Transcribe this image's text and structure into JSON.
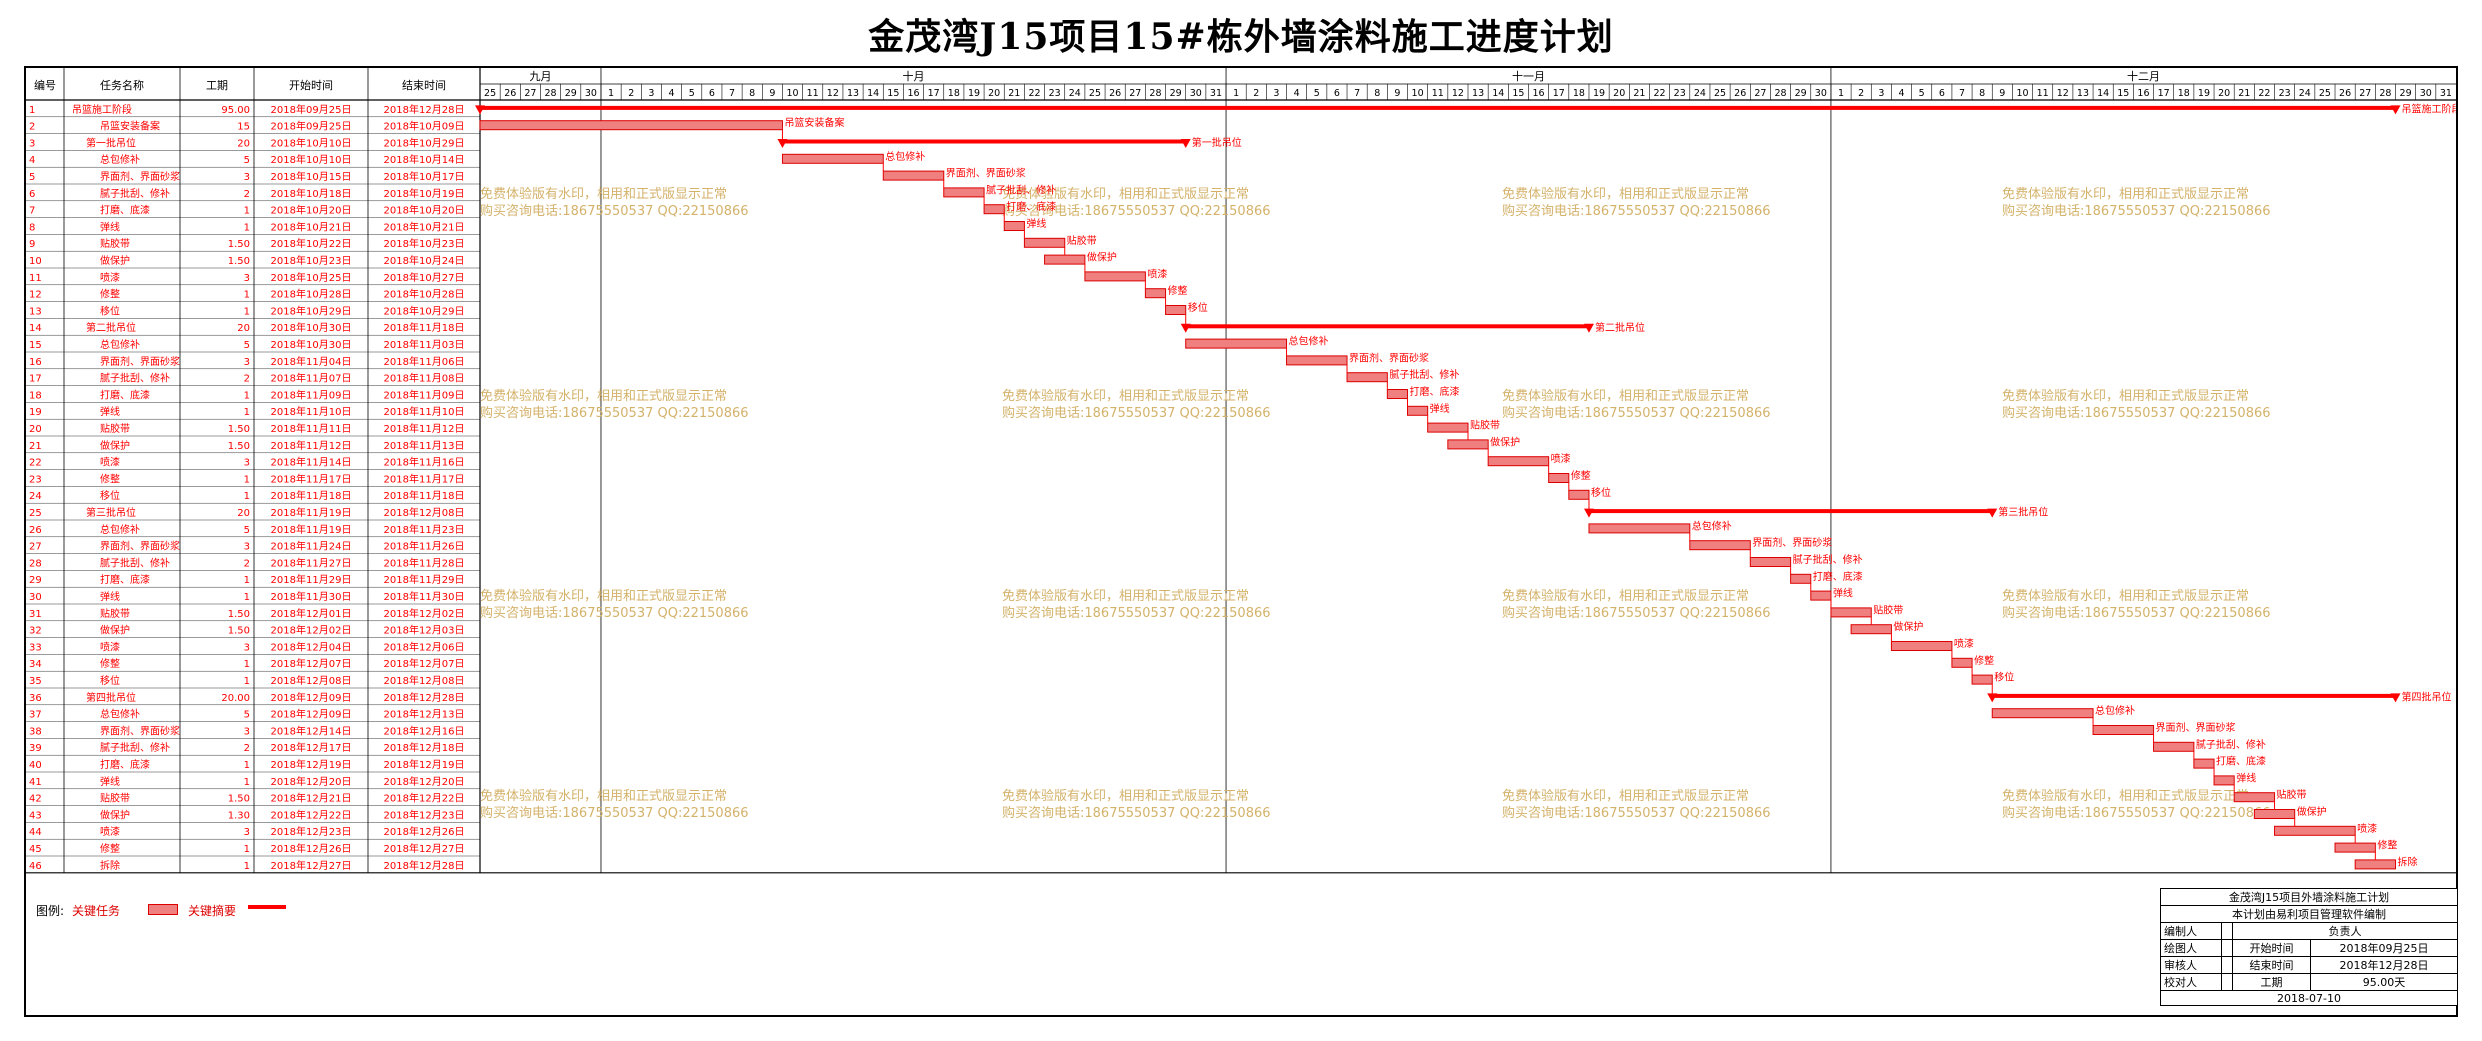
{
  "title": "金茂湾J15项目15#栋外墙涂料施工进度计划",
  "table_headers": [
    "编号",
    "任务名称",
    "工期",
    "开始时间",
    "结束时间"
  ],
  "months": [
    "九月",
    "十月",
    "十一月",
    "十二月"
  ],
  "colors": {
    "task_bar": "#f08080",
    "critical": "#ff0000",
    "text_red": "#ff0000",
    "grid": "#000000",
    "watermark": "#d4b26a"
  },
  "watermark": {
    "line1": "免费体验版有水印，相用和正式版显示正常",
    "line2": "购买咨询电话:18675550537 QQ:22150866"
  },
  "legend": {
    "label": "图例:",
    "task": "关键任务",
    "summary": "关键摘要"
  },
  "info_box": {
    "title": "金茂湾J15项目外墙涂料施工计划",
    "subtitle": "本计划由易利项目管理软件编制",
    "editor_label": "编制人",
    "owner_label": "负责人",
    "drawer_label": "绘图人",
    "start_label": "开始时间",
    "start_value": "2018年09月25日",
    "reviewer_label": "审核人",
    "end_label": "结束时间",
    "end_value": "2018年12月28日",
    "checker_label": "校对人",
    "duration_label": "工期",
    "duration_value": "95.00天",
    "date": "2018-07-10"
  },
  "chart_data": {
    "type": "gantt",
    "x_range": [
      "2018-09-25",
      "2018-12-31"
    ],
    "tasks": [
      {
        "id": "1",
        "name": "吊篮施工阶段",
        "duration": "95.00",
        "start": "2018年09月25日",
        "end": "2018年12月28日",
        "summary": true,
        "label": "吊篮施工阶段",
        "s": "2018-09-25",
        "e": "2018-12-28"
      },
      {
        "id": "2",
        "name": "吊篮安装备案",
        "duration": "15",
        "start": "2018年09月25日",
        "end": "2018年10月09日",
        "label": "吊篮安装备案",
        "s": "2018-09-25",
        "e": "2018-10-09"
      },
      {
        "id": "3",
        "name": "第一批吊位",
        "duration": "20",
        "start": "2018年10月10日",
        "end": "2018年10月29日",
        "summary": true,
        "label": "第一批吊位",
        "s": "2018-10-10",
        "e": "2018-10-29"
      },
      {
        "id": "4",
        "name": "总包修补",
        "duration": "5",
        "start": "2018年10月10日",
        "end": "2018年10月14日",
        "label": "总包修补",
        "s": "2018-10-10",
        "e": "2018-10-14"
      },
      {
        "id": "5",
        "name": "界面剂、界面砂浆",
        "duration": "3",
        "start": "2018年10月15日",
        "end": "2018年10月17日",
        "label": "界面剂、界面砂浆",
        "s": "2018-10-15",
        "e": "2018-10-17"
      },
      {
        "id": "6",
        "name": "腻子批刮、修补",
        "duration": "2",
        "start": "2018年10月18日",
        "end": "2018年10月19日",
        "label": "腻子批刮、修补",
        "s": "2018-10-18",
        "e": "2018-10-19"
      },
      {
        "id": "7",
        "name": "打磨、底漆",
        "duration": "1",
        "start": "2018年10月20日",
        "end": "2018年10月20日",
        "label": "打磨、底漆",
        "s": "2018-10-20",
        "e": "2018-10-20"
      },
      {
        "id": "8",
        "name": "弹线",
        "duration": "1",
        "start": "2018年10月21日",
        "end": "2018年10月21日",
        "label": "弹线",
        "s": "2018-10-21",
        "e": "2018-10-21"
      },
      {
        "id": "9",
        "name": "贴胶带",
        "duration": "1.50",
        "start": "2018年10月22日",
        "end": "2018年10月23日",
        "label": "贴胶带",
        "s": "2018-10-22",
        "e": "2018-10-23"
      },
      {
        "id": "10",
        "name": "做保护",
        "duration": "1.50",
        "start": "2018年10月23日",
        "end": "2018年10月24日",
        "label": "做保护",
        "s": "2018-10-23",
        "e": "2018-10-24"
      },
      {
        "id": "11",
        "name": "喷漆",
        "duration": "3",
        "start": "2018年10月25日",
        "end": "2018年10月27日",
        "label": "喷漆",
        "s": "2018-10-25",
        "e": "2018-10-27"
      },
      {
        "id": "12",
        "name": "修整",
        "duration": "1",
        "start": "2018年10月28日",
        "end": "2018年10月28日",
        "label": "修整",
        "s": "2018-10-28",
        "e": "2018-10-28"
      },
      {
        "id": "13",
        "name": "移位",
        "duration": "1",
        "start": "2018年10月29日",
        "end": "2018年10月29日",
        "label": "移位",
        "s": "2018-10-29",
        "e": "2018-10-29"
      },
      {
        "id": "14",
        "name": "第二批吊位",
        "duration": "20",
        "start": "2018年10月30日",
        "end": "2018年11月18日",
        "summary": true,
        "label": "第二批吊位",
        "s": "2018-10-30",
        "e": "2018-11-18"
      },
      {
        "id": "15",
        "name": "总包修补",
        "duration": "5",
        "start": "2018年10月30日",
        "end": "2018年11月03日",
        "label": "总包修补",
        "s": "2018-10-30",
        "e": "2018-11-03"
      },
      {
        "id": "16",
        "name": "界面剂、界面砂浆",
        "duration": "3",
        "start": "2018年11月04日",
        "end": "2018年11月06日",
        "label": "界面剂、界面砂浆",
        "s": "2018-11-04",
        "e": "2018-11-06"
      },
      {
        "id": "17",
        "name": "腻子批刮、修补",
        "duration": "2",
        "start": "2018年11月07日",
        "end": "2018年11月08日",
        "label": "腻子批刮、修补",
        "s": "2018-11-07",
        "e": "2018-11-08"
      },
      {
        "id": "18",
        "name": "打磨、底漆",
        "duration": "1",
        "start": "2018年11月09日",
        "end": "2018年11月09日",
        "label": "打磨、底漆",
        "s": "2018-11-09",
        "e": "2018-11-09"
      },
      {
        "id": "19",
        "name": "弹线",
        "duration": "1",
        "start": "2018年11月10日",
        "end": "2018年11月10日",
        "label": "弹线",
        "s": "2018-11-10",
        "e": "2018-11-10"
      },
      {
        "id": "20",
        "name": "贴胶带",
        "duration": "1.50",
        "start": "2018年11月11日",
        "end": "2018年11月12日",
        "label": "贴胶带",
        "s": "2018-11-11",
        "e": "2018-11-12"
      },
      {
        "id": "21",
        "name": "做保护",
        "duration": "1.50",
        "start": "2018年11月12日",
        "end": "2018年11月13日",
        "label": "做保护",
        "s": "2018-11-12",
        "e": "2018-11-13"
      },
      {
        "id": "22",
        "name": "喷漆",
        "duration": "3",
        "start": "2018年11月14日",
        "end": "2018年11月16日",
        "label": "喷漆",
        "s": "2018-11-14",
        "e": "2018-11-16"
      },
      {
        "id": "23",
        "name": "修整",
        "duration": "1",
        "start": "2018年11月17日",
        "end": "2018年11月17日",
        "label": "修整",
        "s": "2018-11-17",
        "e": "2018-11-17"
      },
      {
        "id": "24",
        "name": "移位",
        "duration": "1",
        "start": "2018年11月18日",
        "end": "2018年11月18日",
        "label": "移位",
        "s": "2018-11-18",
        "e": "2018-11-18"
      },
      {
        "id": "25",
        "name": "第三批吊位",
        "duration": "20",
        "start": "2018年11月19日",
        "end": "2018年12月08日",
        "summary": true,
        "label": "第三批吊位",
        "s": "2018-11-19",
        "e": "2018-12-08"
      },
      {
        "id": "26",
        "name": "总包修补",
        "duration": "5",
        "start": "2018年11月19日",
        "end": "2018年11月23日",
        "label": "总包修补",
        "s": "2018-11-19",
        "e": "2018-11-23"
      },
      {
        "id": "27",
        "name": "界面剂、界面砂浆",
        "duration": "3",
        "start": "2018年11月24日",
        "end": "2018年11月26日",
        "label": "界面剂、界面砂浆",
        "s": "2018-11-24",
        "e": "2018-11-26"
      },
      {
        "id": "28",
        "name": "腻子批刮、修补",
        "duration": "2",
        "start": "2018年11月27日",
        "end": "2018年11月28日",
        "label": "腻子批刮、修补",
        "s": "2018-11-27",
        "e": "2018-11-28"
      },
      {
        "id": "29",
        "name": "打磨、底漆",
        "duration": "1",
        "start": "2018年11月29日",
        "end": "2018年11月29日",
        "label": "打磨、底漆",
        "s": "2018-11-29",
        "e": "2018-11-29"
      },
      {
        "id": "30",
        "name": "弹线",
        "duration": "1",
        "start": "2018年11月30日",
        "end": "2018年11月30日",
        "label": "弹线",
        "s": "2018-11-30",
        "e": "2018-11-30"
      },
      {
        "id": "31",
        "name": "贴胶带",
        "duration": "1.50",
        "start": "2018年12月01日",
        "end": "2018年12月02日",
        "label": "贴胶带",
        "s": "2018-12-01",
        "e": "2018-12-02"
      },
      {
        "id": "32",
        "name": "做保护",
        "duration": "1.50",
        "start": "2018年12月02日",
        "end": "2018年12月03日",
        "label": "做保护",
        "s": "2018-12-02",
        "e": "2018-12-03"
      },
      {
        "id": "33",
        "name": "喷漆",
        "duration": "3",
        "start": "2018年12月04日",
        "end": "2018年12月06日",
        "label": "喷漆",
        "s": "2018-12-04",
        "e": "2018-12-06"
      },
      {
        "id": "34",
        "name": "修整",
        "duration": "1",
        "start": "2018年12月07日",
        "end": "2018年12月07日",
        "label": "修整",
        "s": "2018-12-07",
        "e": "2018-12-07"
      },
      {
        "id": "35",
        "name": "移位",
        "duration": "1",
        "start": "2018年12月08日",
        "end": "2018年12月08日",
        "label": "移位",
        "s": "2018-12-08",
        "e": "2018-12-08"
      },
      {
        "id": "36",
        "name": "第四批吊位",
        "duration": "20.00",
        "start": "2018年12月09日",
        "end": "2018年12月28日",
        "summary": true,
        "label": "第四批吊位",
        "s": "2018-12-09",
        "e": "2018-12-28"
      },
      {
        "id": "37",
        "name": "总包修补",
        "duration": "5",
        "start": "2018年12月09日",
        "end": "2018年12月13日",
        "label": "总包修补",
        "s": "2018-12-09",
        "e": "2018-12-13"
      },
      {
        "id": "38",
        "name": "界面剂、界面砂浆",
        "duration": "3",
        "start": "2018年12月14日",
        "end": "2018年12月16日",
        "label": "界面剂、界面砂浆",
        "s": "2018-12-14",
        "e": "2018-12-16"
      },
      {
        "id": "39",
        "name": "腻子批刮、修补",
        "duration": "2",
        "start": "2018年12月17日",
        "end": "2018年12月18日",
        "label": "腻子批刮、修补",
        "s": "2018-12-17",
        "e": "2018-12-18"
      },
      {
        "id": "40",
        "name": "打磨、底漆",
        "duration": "1",
        "start": "2018年12月19日",
        "end": "2018年12月19日",
        "label": "打磨、底漆",
        "s": "2018-12-19",
        "e": "2018-12-19"
      },
      {
        "id": "41",
        "name": "弹线",
        "duration": "1",
        "start": "2018年12月20日",
        "end": "2018年12月20日",
        "label": "弹线",
        "s": "2018-12-20",
        "e": "2018-12-20"
      },
      {
        "id": "42",
        "name": "贴胶带",
        "duration": "1.50",
        "start": "2018年12月21日",
        "end": "2018年12月22日",
        "label": "贴胶带",
        "s": "2018-12-21",
        "e": "2018-12-22"
      },
      {
        "id": "43",
        "name": "做保护",
        "duration": "1.30",
        "start": "2018年12月22日",
        "end": "2018年12月23日",
        "label": "做保护",
        "s": "2018-12-22",
        "e": "2018-12-23"
      },
      {
        "id": "44",
        "name": "喷漆",
        "duration": "3",
        "start": "2018年12月23日",
        "end": "2018年12月26日",
        "label": "喷漆",
        "s": "2018-12-23",
        "e": "2018-12-26"
      },
      {
        "id": "45",
        "name": "修整",
        "duration": "1",
        "start": "2018年12月26日",
        "end": "2018年12月27日",
        "label": "修整",
        "s": "2018-12-26",
        "e": "2018-12-27"
      },
      {
        "id": "46",
        "name": "拆除",
        "duration": "1",
        "start": "2018年12月27日",
        "end": "2018年12月28日",
        "label": "拆除",
        "s": "2018-12-27",
        "e": "2018-12-28"
      }
    ]
  }
}
